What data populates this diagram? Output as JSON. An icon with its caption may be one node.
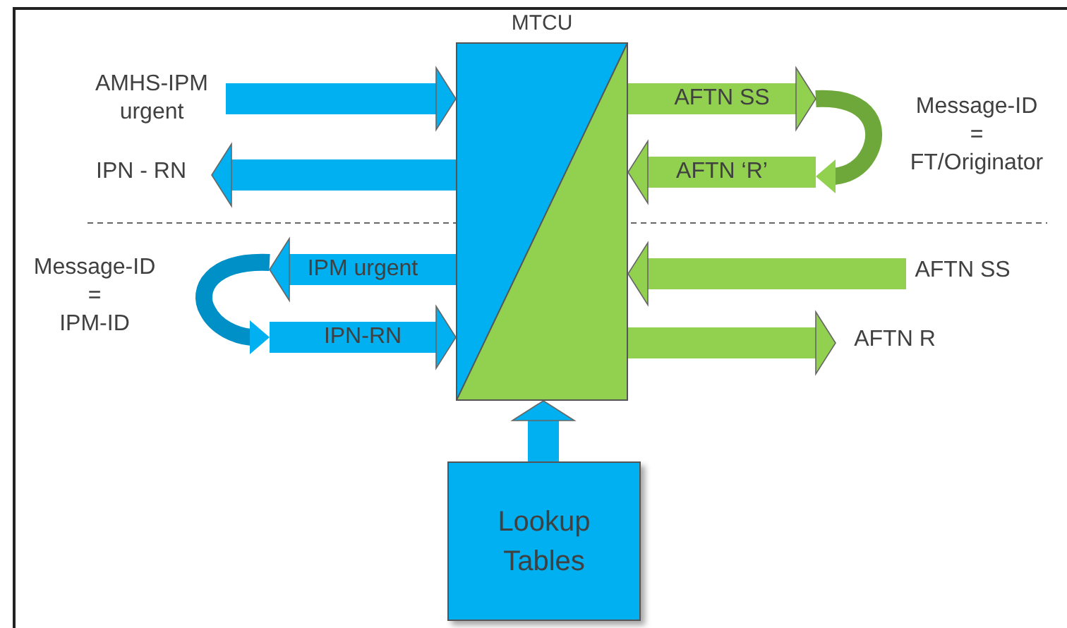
{
  "diagram": {
    "nodes": [
      {
        "text": [
          "MTCU"
        ]
      },
      {
        "text": [
          "AMHS-IPM urgent"
        ]
      },
      {
        "text": [
          "IPN - RN"
        ]
      },
      {
        "text": [],
        "shape": "arrow",
        "beside": [
          "Message-ID = FT/Originator"
        ]
      },
      {
        "text": [],
        "shape": "arrow",
        "beside": [
          "Message-ID = IPM-ID"
        ]
      },
      {
        "text": [
          "AFTN SS"
        ]
      },
      {
        "text": [
          "AFTN R"
        ]
      },
      {
        "text": [
          "Lookup Tables"
        ]
      }
    ],
    "edges": [
      {
        "from": 1,
        "to": 0,
        "arrow": "to"
      },
      {
        "from": 0,
        "to": 2,
        "arrow": "to"
      },
      {
        "from": 0,
        "to": 3,
        "arrow": "to",
        "label": "AFTN SS",
        "color": "#92d050"
      },
      {
        "from": 3,
        "to": 0,
        "arrow": "to",
        "label": "AFTN ‘R’",
        "color": "#92d050"
      },
      {
        "from": 0,
        "to": 4,
        "arrow": "to",
        "label": "IPM urgent"
      },
      {
        "from": 4,
        "to": 0,
        "arrow": "to",
        "label": "IPN-RN"
      },
      {
        "from": 5,
        "to": 0,
        "arrow": "to",
        "color": "#92d050"
      },
      {
        "from": 0,
        "to": 6,
        "arrow": "to",
        "color": "#92d050"
      },
      {
        "from": 7,
        "to": 0,
        "arrow": "to"
      }
    ]
  }
}
